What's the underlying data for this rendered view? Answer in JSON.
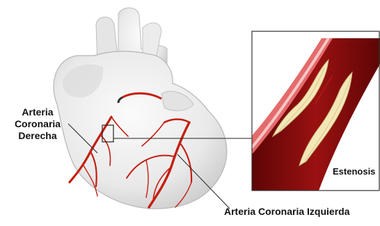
{
  "labels": {
    "right_coronary": [
      "Arteria",
      "Coronaria",
      "Derecha"
    ],
    "left_coronary": "Arteria Coronaria Izquierda",
    "stenosis": "Estenosis"
  },
  "colors": {
    "heart_fill": "#efefef",
    "heart_shadow": "#cfcfcf",
    "artery_red": "#c41e10",
    "vessel_dark": "#7a0a0a",
    "vessel_wall": "#e66b6b",
    "plaque": "#f3e7b8"
  }
}
